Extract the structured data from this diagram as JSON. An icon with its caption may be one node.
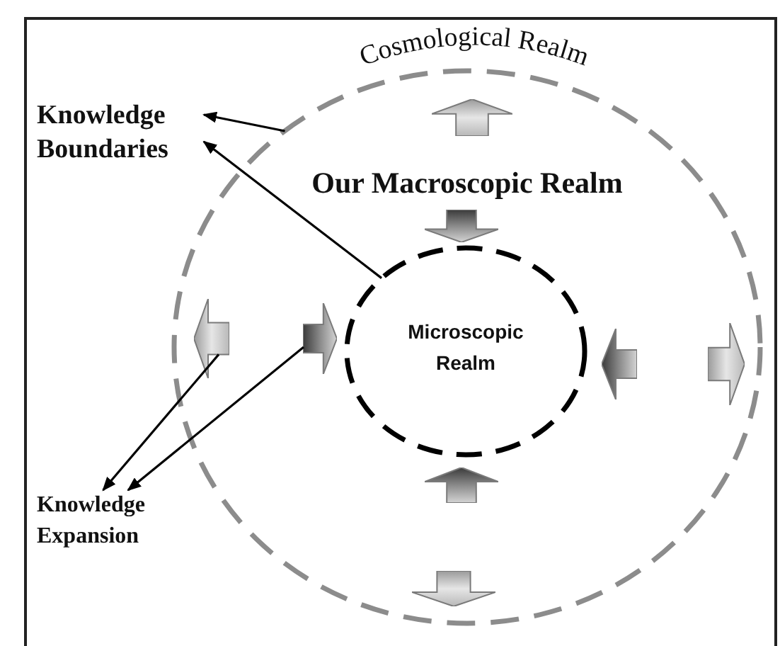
{
  "diagram": {
    "nodes": [
      {
        "text": [
          "Our Macroscopic Realm"
        ]
      },
      {
        "text": [
          "Knowledge Boundaries"
        ]
      },
      {
        "text": [],
        "shape": "arrow",
        "in": 0
      },
      {
        "text": [],
        "shape": "arrow",
        "in": 0
      },
      {
        "text": [
          "Microscopic Realm"
        ],
        "in": 0
      },
      {
        "text": [],
        "shape": "arrow",
        "in": 0
      },
      {
        "text": [],
        "shape": "arrow",
        "in": 0
      },
      {
        "text": [],
        "shape": "arrow",
        "in": 0
      },
      {
        "text": [],
        "shape": "arrow",
        "in": 0
      },
      {
        "text": [],
        "shape": "arrow",
        "in": 0
      },
      {
        "text": [],
        "shape": "arrow",
        "in": 0
      },
      {
        "text": [
          "Knowledge Expansion"
        ]
      }
    ],
    "edges": [
      {
        "from": 0,
        "to": 1,
        "arrow": "to"
      },
      {
        "from": 4,
        "to": 1,
        "arrow": "to"
      },
      {
        "from": 5,
        "to": 11,
        "arrow": "to"
      },
      {
        "from": 6,
        "to": 11,
        "arrow": "to"
      }
    ],
    "labels": [
      "Cosmological Realm"
    ]
  }
}
